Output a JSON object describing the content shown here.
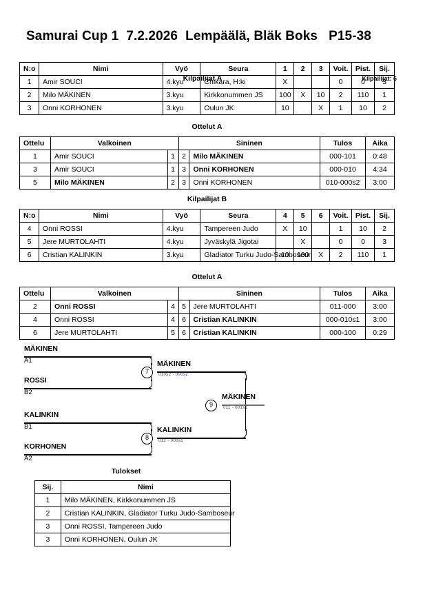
{
  "header": {
    "event": "Samurai Cup 1",
    "date": "7.2.2026",
    "venue": "Lempäälä, Bläk Boks",
    "category": "P15-38",
    "subtitle": "Kilpailijat A",
    "competitor_count": "Kilpailijat: 6"
  },
  "pool_a": {
    "columns": [
      "N:o",
      "Nimi",
      "Vyö",
      "Seura",
      "1",
      "2",
      "3",
      "Voit.",
      "Pist.",
      "Sij."
    ],
    "rows": [
      {
        "no": "1",
        "name": "Amir SOUCI",
        "belt": "4.kyu",
        "club": "Chikara, H:ki",
        "m1": "X",
        "m2": "",
        "m3": "",
        "wins": "0",
        "points": "0",
        "rank": "3"
      },
      {
        "no": "2",
        "name": "Milo MÄKINEN",
        "belt": "3.kyu",
        "club": "Kirkkonummen JS",
        "m1": "100",
        "m2": "X",
        "m3": "10",
        "wins": "2",
        "points": "110",
        "rank": "1"
      },
      {
        "no": "3",
        "name": "Onni KORHONEN",
        "belt": "3.kyu",
        "club": "Oulun JK",
        "m1": "10",
        "m2": "",
        "m3": "X",
        "wins": "1",
        "points": "10",
        "rank": "2"
      }
    ]
  },
  "matches_a": {
    "caption": "Ottelut A",
    "columns": [
      "Ottelu",
      "Valkoinen",
      "",
      "",
      "Sininen",
      "Tulos",
      "Aika"
    ],
    "rows": [
      {
        "no": "1",
        "white": "Amir SOUCI",
        "white_no": "1",
        "blue_no": "2",
        "blue": "Milo MÄKINEN",
        "result": "000-101",
        "time": "0:48",
        "winner": "blue"
      },
      {
        "no": "3",
        "white": "Amir SOUCI",
        "white_no": "1",
        "blue_no": "3",
        "blue": "Onni KORHONEN",
        "result": "000-010",
        "time": "4:34",
        "winner": "blue"
      },
      {
        "no": "5",
        "white": "Milo MÄKINEN",
        "white_no": "2",
        "blue_no": "3",
        "blue": "Onni KORHONEN",
        "result": "010-000s2",
        "time": "3:00",
        "winner": "white"
      }
    ]
  },
  "pool_b": {
    "caption": "Kilpailijat B",
    "columns": [
      "N:o",
      "Nimi",
      "Vyö",
      "Seura",
      "4",
      "5",
      "6",
      "Voit.",
      "Pist.",
      "Sij."
    ],
    "rows": [
      {
        "no": "4",
        "name": "Onni ROSSI",
        "belt": "4.kyu",
        "club": "Tampereen Judo",
        "m1": "X",
        "m2": "10",
        "m3": "",
        "wins": "1",
        "points": "10",
        "rank": "2"
      },
      {
        "no": "5",
        "name": "Jere MURTOLAHTI",
        "belt": "4.kyu",
        "club": "Jyväskylä Jigotai",
        "m1": "",
        "m2": "X",
        "m3": "",
        "wins": "0",
        "points": "0",
        "rank": "3"
      },
      {
        "no": "6",
        "name": "Cristian KALINKIN",
        "belt": "3.kyu",
        "club": "Gladiator Turku Judo-Samboseur",
        "m1": "10",
        "m2": "100",
        "m3": "X",
        "wins": "2",
        "points": "110",
        "rank": "1"
      }
    ]
  },
  "matches_b": {
    "caption": "Ottelut A",
    "columns": [
      "Ottelu",
      "Valkoinen",
      "",
      "",
      "Sininen",
      "Tulos",
      "Aika"
    ],
    "rows": [
      {
        "no": "2",
        "white": "Onni ROSSI",
        "white_no": "4",
        "blue_no": "5",
        "blue": "Jere MURTOLAHTI",
        "result": "011-000",
        "time": "3:00",
        "winner": "white"
      },
      {
        "no": "4",
        "white": "Onni ROSSI",
        "white_no": "4",
        "blue_no": "6",
        "blue": "Cristian KALINKIN",
        "result": "000-010s1",
        "time": "3:00",
        "winner": "blue"
      },
      {
        "no": "6",
        "white": "Jere MURTOLAHTI",
        "white_no": "5",
        "blue_no": "6",
        "blue": "Cristian KALINKIN",
        "result": "000-100",
        "time": "0:29",
        "winner": "blue"
      }
    ]
  },
  "bracket": {
    "entries": [
      {
        "name": "MÄKINEN",
        "seed": "A1"
      },
      {
        "name": "ROSSI",
        "seed": "B2"
      },
      {
        "name": "KALINKIN",
        "seed": "B1"
      },
      {
        "name": "KORHONEN",
        "seed": "A2"
      }
    ],
    "semifinal_1": {
      "number": "7",
      "winner": "MÄKINEN",
      "score": "010s2 - 000s2"
    },
    "semifinal_2": {
      "number": "8",
      "winner": "KALINKIN",
      "score": "012 - 000s1"
    },
    "final": {
      "number": "9",
      "winner": "MÄKINEN",
      "score": "011 - 001s1"
    }
  },
  "results": {
    "caption": "Tulokset",
    "columns": [
      "Sij.",
      "Nimi"
    ],
    "rows": [
      {
        "rank": "1",
        "name": "Milo MÄKINEN, Kirkkonummen JS"
      },
      {
        "rank": "2",
        "name": "Cristian KALINKIN, Gladiator Turku Judo-Samboseur"
      },
      {
        "rank": "3",
        "name": "Onni ROSSI, Tampereen Judo"
      },
      {
        "rank": "3",
        "name": "Onni KORHONEN, Oulun JK"
      }
    ]
  }
}
